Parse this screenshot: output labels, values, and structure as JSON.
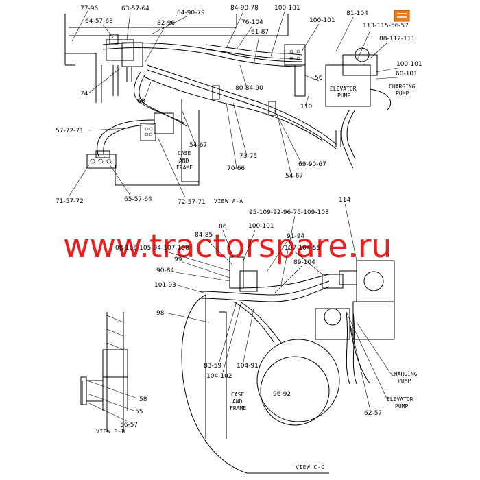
{
  "watermark": "www.tractorspare.ru",
  "views": {
    "a": "VIEW A-A",
    "b": "VIEW B-B",
    "c": "VIEW C-C"
  },
  "notes": {
    "case_frame_a": [
      "CASE",
      "AND",
      "FRAME"
    ],
    "case_frame_c": [
      "CASE",
      "AND",
      "FRAME"
    ],
    "elevator_pump_a": [
      "ELEVATOR",
      "PUMP"
    ],
    "charging_pump_a": [
      "CHARGING",
      "PUMP"
    ],
    "charging_pump_c": [
      "CHARGING",
      "PUMP"
    ],
    "elevator_pump_c": [
      "ELEVATOR",
      "PUMP"
    ]
  },
  "labels_a": {
    "l1": "77-96",
    "l2": "64-57-63",
    "l3": "63-57-64",
    "l4": "84-90-79",
    "l5": "82-96",
    "l6": "84-90-78",
    "l7": "76-104",
    "l8": "61-87",
    "l9": "100-101",
    "l10": "100-101",
    "l11": "81-104",
    "l12": "113-115-56-57",
    "l13": "88-112-111",
    "l14": "74",
    "l15": "100-101",
    "l16": "60-101",
    "l17": "80-84-90",
    "l18": "56",
    "l19": "68",
    "l20": "110",
    "l21": "57-72-71",
    "l22": "54-67",
    "l23": "73-75",
    "l24": "69-90-67",
    "l25": "70-66",
    "l26": "54-67",
    "l27": "71-57-72",
    "l28": "65-57-64",
    "l29": "72-57-71"
  },
  "labels_c": {
    "c1": "95-109-92-96-75-109-108",
    "c2": "114",
    "c3": "86",
    "c4": "100-101",
    "c5": "84-85",
    "c6": "91-94",
    "c7": "08-106-105-94-107-108",
    "c8": "107-104-55",
    "c9": "89-104",
    "c10": "99",
    "c11": "90-84",
    "c12": "101-93",
    "c13": "98",
    "c14": "83-59",
    "c15": "104-91",
    "c16": "104-102",
    "c17": "96-92",
    "c18": "62-57"
  },
  "labels_b": {
    "b1": "58",
    "b2": "55",
    "b3": "56-57"
  }
}
